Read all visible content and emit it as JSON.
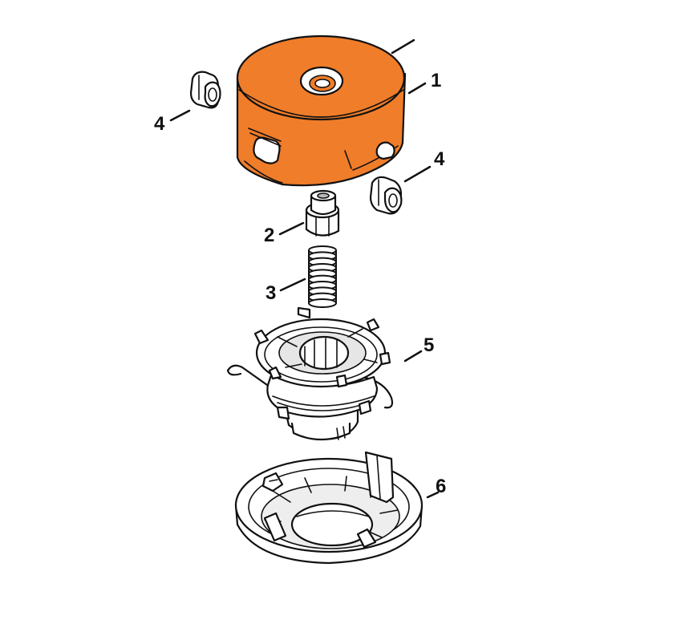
{
  "colors": {
    "cap": "#f07d2a",
    "cap_shade": "#e56f1c",
    "ink": "#111111",
    "part_fill": "#ffffff",
    "part_shade": "#d9d9d9"
  },
  "parts": [
    {
      "id": "cap",
      "callout": "1"
    },
    {
      "id": "nut",
      "callout": "2"
    },
    {
      "id": "spring",
      "callout": "3"
    },
    {
      "id": "eyelet",
      "callout": "4"
    },
    {
      "id": "spool",
      "callout": "5"
    },
    {
      "id": "base",
      "callout": "6"
    }
  ],
  "callouts": {
    "c1": "1",
    "c2": "2",
    "c3": "3",
    "c4_left": "4",
    "c4_right": "4",
    "c5": "5",
    "c6": "6"
  }
}
